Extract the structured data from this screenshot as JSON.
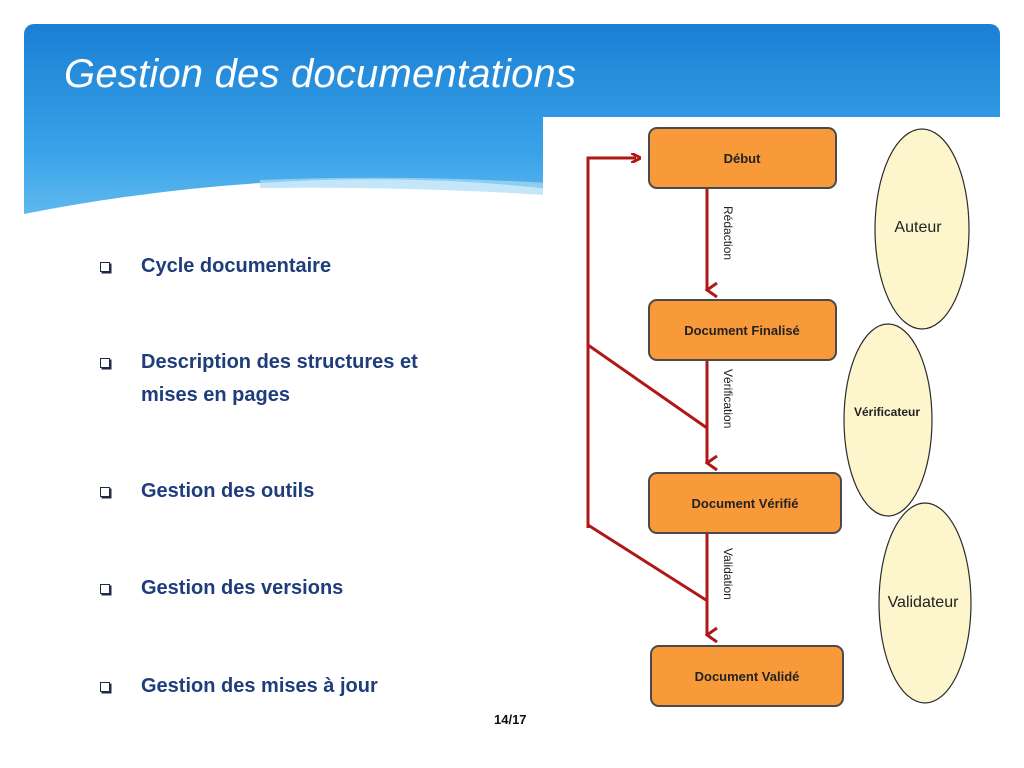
{
  "slide": {
    "title": "Gestion des documentations",
    "page_number": "14/17"
  },
  "bullets": [
    {
      "text": "Cycle documentaire"
    },
    {
      "text": "Description des structures et mises en pages"
    },
    {
      "text": "Gestion des outils"
    },
    {
      "text": "Gestion des versions"
    },
    {
      "text": "Gestion des mises à jour"
    }
  ],
  "diagram": {
    "steps": [
      {
        "label": "Début"
      },
      {
        "label": "Document Finalisé"
      },
      {
        "label": "Document Vérifié"
      },
      {
        "label": "Document Validé"
      }
    ],
    "transitions": [
      {
        "label": "Rédaction"
      },
      {
        "label": "Vérification"
      },
      {
        "label": "Validation"
      }
    ],
    "roles": [
      {
        "label": "Auteur"
      },
      {
        "label": "Vérificateur"
      },
      {
        "label": "Validateur"
      }
    ]
  },
  "colors": {
    "header_blue": "#1e88d8",
    "box_orange": "#f89a3a",
    "arrow_red": "#b01818",
    "ellipse_fill": "#fdf6cc",
    "bullet_text": "#1f3d7a"
  },
  "icons": {
    "bullet": "checkbox-square-icon"
  }
}
